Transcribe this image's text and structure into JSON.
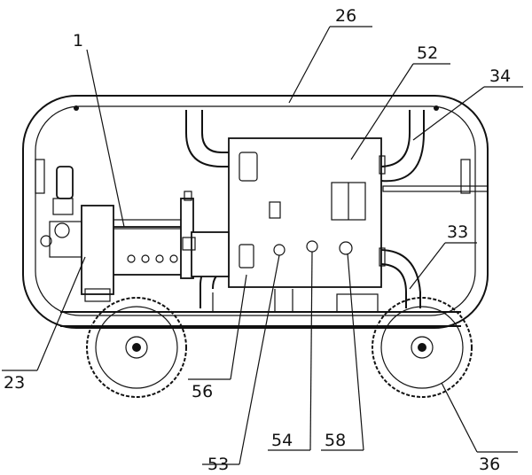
{
  "labels": {
    "l26": "26",
    "l1": "1",
    "l52": "52",
    "l34": "34",
    "l33": "33",
    "l23": "23",
    "l56": "56",
    "l53": "53",
    "l54": "54",
    "l58": "58",
    "l36": "36"
  }
}
